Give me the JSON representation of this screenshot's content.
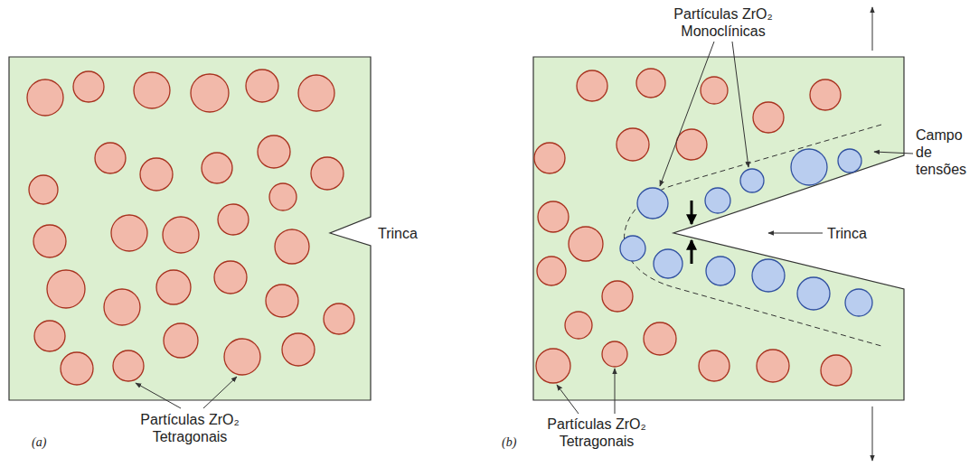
{
  "diagram": {
    "labels": [
      "Trinca",
      "Partículas ZrO₂ Tetragonais",
      "(a)",
      "Partículas ZrO₂ Monoclínicas",
      "Campo de tensões",
      "Trinca",
      "Partículas ZrO₂ Tetragonais",
      "(b)"
    ]
  }
}
